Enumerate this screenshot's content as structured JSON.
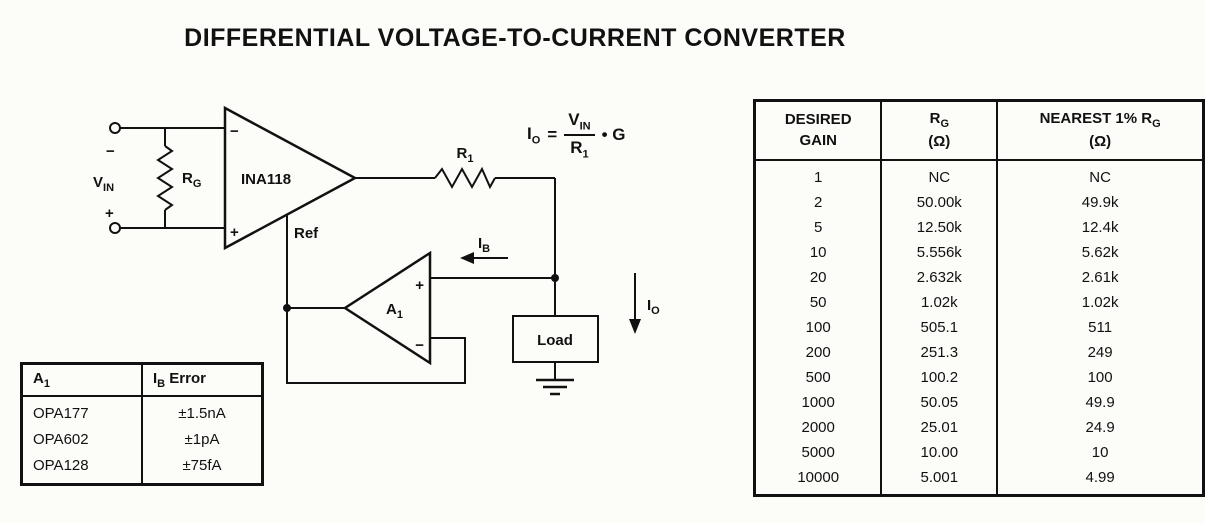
{
  "title": "DIFFERENTIAL VOLTAGE-TO-CURRENT CONVERTER",
  "ink_color": "#111111",
  "circuit": {
    "terminal_minus": "−",
    "terminal_plus": "+",
    "vin_base": "V",
    "vin_sub": "IN",
    "rg_base": "R",
    "rg_sub": "G",
    "amp_label": "INA118",
    "amp_minus": "−",
    "amp_plus": "+",
    "ref_label": "Ref",
    "r1_base": "R",
    "r1_sub": "1",
    "a1_base": "A",
    "a1_sub": "1",
    "a1_plus": "+",
    "a1_minus": "−",
    "ib_base": "I",
    "ib_sub": "B",
    "io_base": "I",
    "io_sub": "O",
    "load_label": "Load",
    "formula": {
      "lhs_base": "I",
      "lhs_sub": "O",
      "equals": "=",
      "num_base": "V",
      "num_sub": "IN",
      "den_base": "R",
      "den_sub": "1",
      "rhs": "• G"
    }
  },
  "error_table": {
    "headers": {
      "col1_base": "A",
      "col1_sub": "1",
      "col2_base": "I",
      "col2_sub": "B",
      "col2_rest": " Error"
    },
    "rows": [
      {
        "amp": "OPA177",
        "error": "±1.5nA"
      },
      {
        "amp": "OPA602",
        "error": "±1pA"
      },
      {
        "amp": "OPA128",
        "error": "±75fA"
      }
    ]
  },
  "gain_table": {
    "headers": {
      "col1_line1": "DESIRED",
      "col1_line2": "GAIN",
      "col2_base": "R",
      "col2_sub": "G",
      "col2_line2": "(Ω)",
      "col3_pre": "NEAREST 1% R",
      "col3_sub": "G",
      "col3_line2": "(Ω)"
    },
    "rows": [
      {
        "gain": "1",
        "rg": "NC",
        "nearest": "NC"
      },
      {
        "gain": "2",
        "rg": "50.00k",
        "nearest": "49.9k"
      },
      {
        "gain": "5",
        "rg": "12.50k",
        "nearest": "12.4k"
      },
      {
        "gain": "10",
        "rg": "5.556k",
        "nearest": "5.62k"
      },
      {
        "gain": "20",
        "rg": "2.632k",
        "nearest": "2.61k"
      },
      {
        "gain": "50",
        "rg": "1.02k",
        "nearest": "1.02k"
      },
      {
        "gain": "100",
        "rg": "505.1",
        "nearest": "511"
      },
      {
        "gain": "200",
        "rg": "251.3",
        "nearest": "249"
      },
      {
        "gain": "500",
        "rg": "100.2",
        "nearest": "100"
      },
      {
        "gain": "1000",
        "rg": "50.05",
        "nearest": "49.9"
      },
      {
        "gain": "2000",
        "rg": "25.01",
        "nearest": "24.9"
      },
      {
        "gain": "5000",
        "rg": "10.00",
        "nearest": "10"
      },
      {
        "gain": "10000",
        "rg": "5.001",
        "nearest": "4.99"
      }
    ]
  }
}
